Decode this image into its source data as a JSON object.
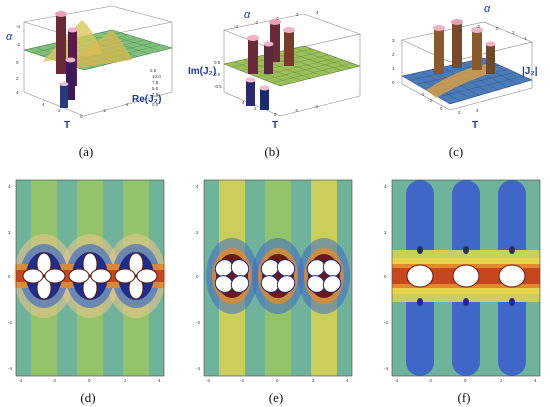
{
  "figure": {
    "captions": [
      "(a)",
      "(b)",
      "(c)",
      "(d)",
      "(e)",
      "(f)"
    ],
    "panel_a": {
      "axis_alpha": "α",
      "axis_T": "T",
      "axis_z": "Re(J₂)",
      "t_ticks": [
        "4",
        "2",
        "0",
        "-2",
        "-4"
      ],
      "alpha_ticks": [
        "-4",
        "-2",
        "0",
        "2",
        "4"
      ],
      "z_ticks": [
        "2.5",
        "10.0",
        "7.5",
        "5.0",
        "2.5",
        "0.0"
      ]
    },
    "panel_b": {
      "axis_alpha": "α",
      "axis_T": "T",
      "axis_z": "Im(J₂)",
      "alpha_ticks": [
        "-4",
        "-2",
        "0",
        "2",
        "4"
      ],
      "t_ticks": [
        "4",
        "2",
        "0",
        "-2",
        "-4"
      ],
      "z_ticks": [
        "0.5",
        "0.0",
        "-0.5"
      ]
    },
    "panel_c": {
      "axis_alpha": "α",
      "axis_T": "T",
      "axis_z": "|J₂|",
      "alpha_ticks": [
        "-4",
        "-2",
        "0",
        "2",
        "4"
      ],
      "t_ticks": [
        "-4",
        "-2",
        "0",
        "2",
        "4"
      ],
      "z_ticks": [
        "3",
        "2",
        "1",
        "0"
      ]
    },
    "contour_ticks_x": [
      "-4",
      "-2",
      "0",
      "2",
      "4"
    ],
    "contour_ticks_y": [
      "4",
      "2",
      "0",
      "-2",
      "-4"
    ]
  },
  "colors": {
    "teal": "#6fb39a",
    "green": "#93c46a",
    "yellowgreen": "#c9cf5a",
    "blue": "#3e67c8",
    "darkblue": "#1e2d8c",
    "orange": "#e28a2c",
    "red": "#c8461e",
    "darkred": "#6a1a12",
    "yellow": "#e8d44a"
  }
}
